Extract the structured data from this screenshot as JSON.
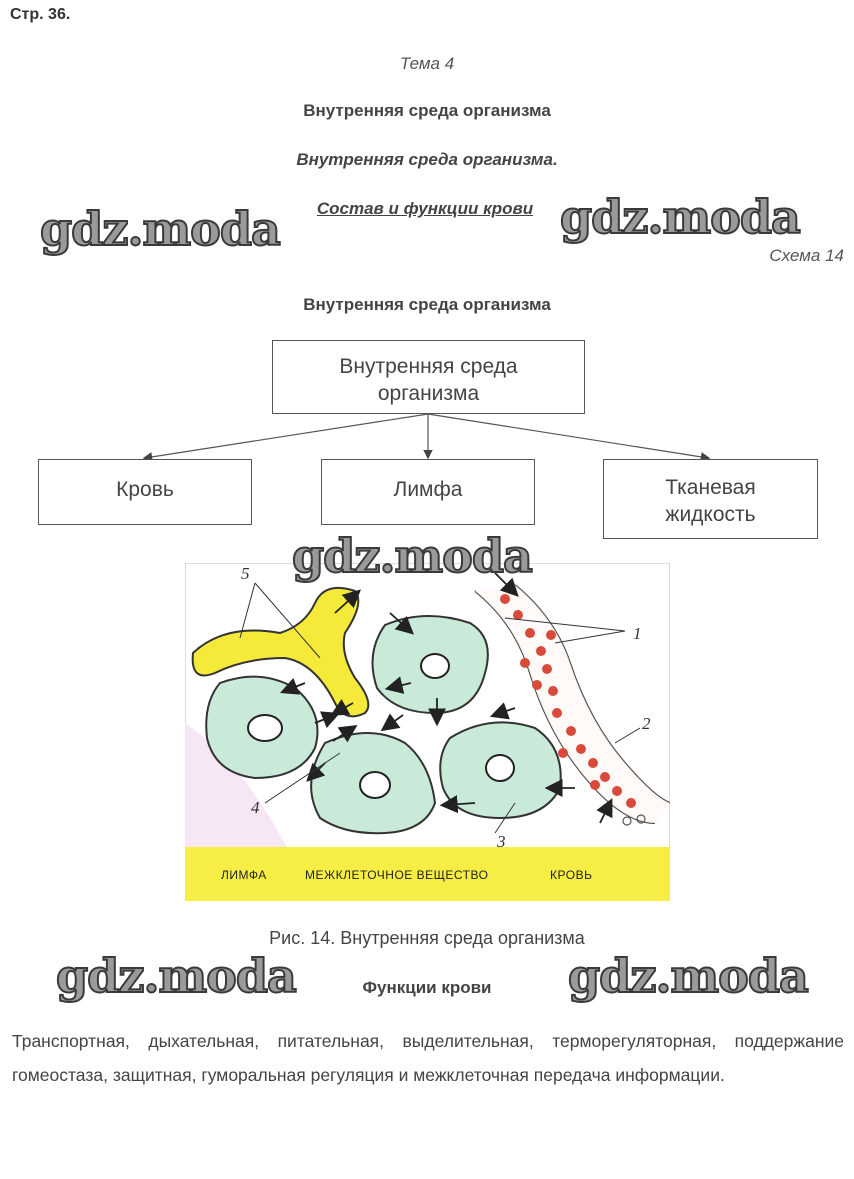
{
  "page": {
    "number": "Стр. 36.",
    "topic": "Тема 4",
    "title": "Внутренняя среда организма",
    "subtitle": "Внутренняя среда организма.",
    "section": "Состав и функции крови",
    "scheme_label": "Схема 14",
    "scheme_title": "Внутренняя среда организма"
  },
  "watermark": "gdz.moda",
  "diagram": {
    "root": "Внутренняя среда организма",
    "children": [
      "Кровь",
      "Лимфа",
      "Тканевая жидкость"
    ]
  },
  "figure": {
    "legend": [
      "ЛИМФА",
      "МЕЖКЛЕТОЧНОЕ ВЕЩЕСТВО",
      "КРОВЬ"
    ],
    "markers": [
      "1",
      "2",
      "3",
      "4",
      "5"
    ],
    "caption": "Рис. 14. Внутренняя среда организма",
    "colors": {
      "lymph": "#f5e93a",
      "cell": "#c9ead8",
      "blood_cell": "#d94a3a",
      "legend_band": "#f7ee45"
    }
  },
  "functions": {
    "heading": "Функции крови",
    "text": "Транспортная, дыхательная, питательная, выделительная, терморегуляторная, поддержание гомеостаза, защитная, гуморальная регуляция и межклеточная передача информации."
  }
}
